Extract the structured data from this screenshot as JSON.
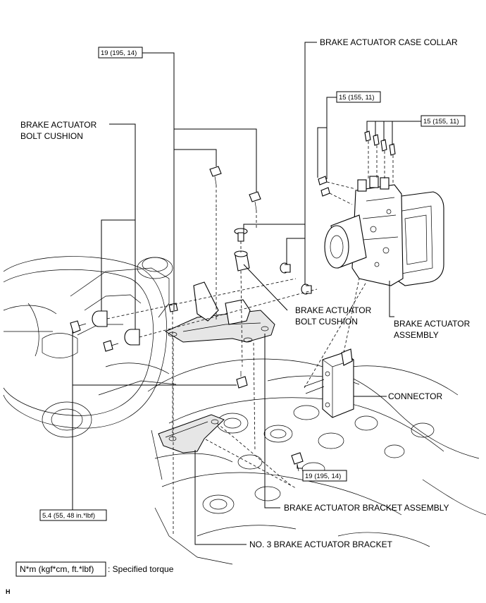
{
  "labels": {
    "case_collar": "BRAKE ACTUATOR CASE COLLAR",
    "bolt_cushion_left_1": "BRAKE ACTUATOR",
    "bolt_cushion_left_2": "BOLT CUSHION",
    "bolt_cushion_center_1": "BRAKE ACTUATOR",
    "bolt_cushion_center_2": "BOLT CUSHION",
    "actuator_assembly_1": "BRAKE ACTUATOR",
    "actuator_assembly_2": "ASSEMBLY",
    "connector": "CONNECTOR",
    "bracket_assembly": "BRAKE ACTUATOR BRACKET ASSEMBLY",
    "no3_bracket": "NO. 3 BRAKE ACTUATOR BRACKET"
  },
  "torques": {
    "top_left": "19 (195, 14)",
    "upper_right_1": "15 (155, 11)",
    "upper_right_2": "15 (155, 11)",
    "lower_right": "19 (195, 14)",
    "lower_left": "5.4 (55, 48 in.*lbf)"
  },
  "legend": {
    "unit_box": "N*m (kgf*cm, ft.*lbf)",
    "description": ": Specified torque"
  },
  "footer": {
    "corner_mark": "H"
  }
}
